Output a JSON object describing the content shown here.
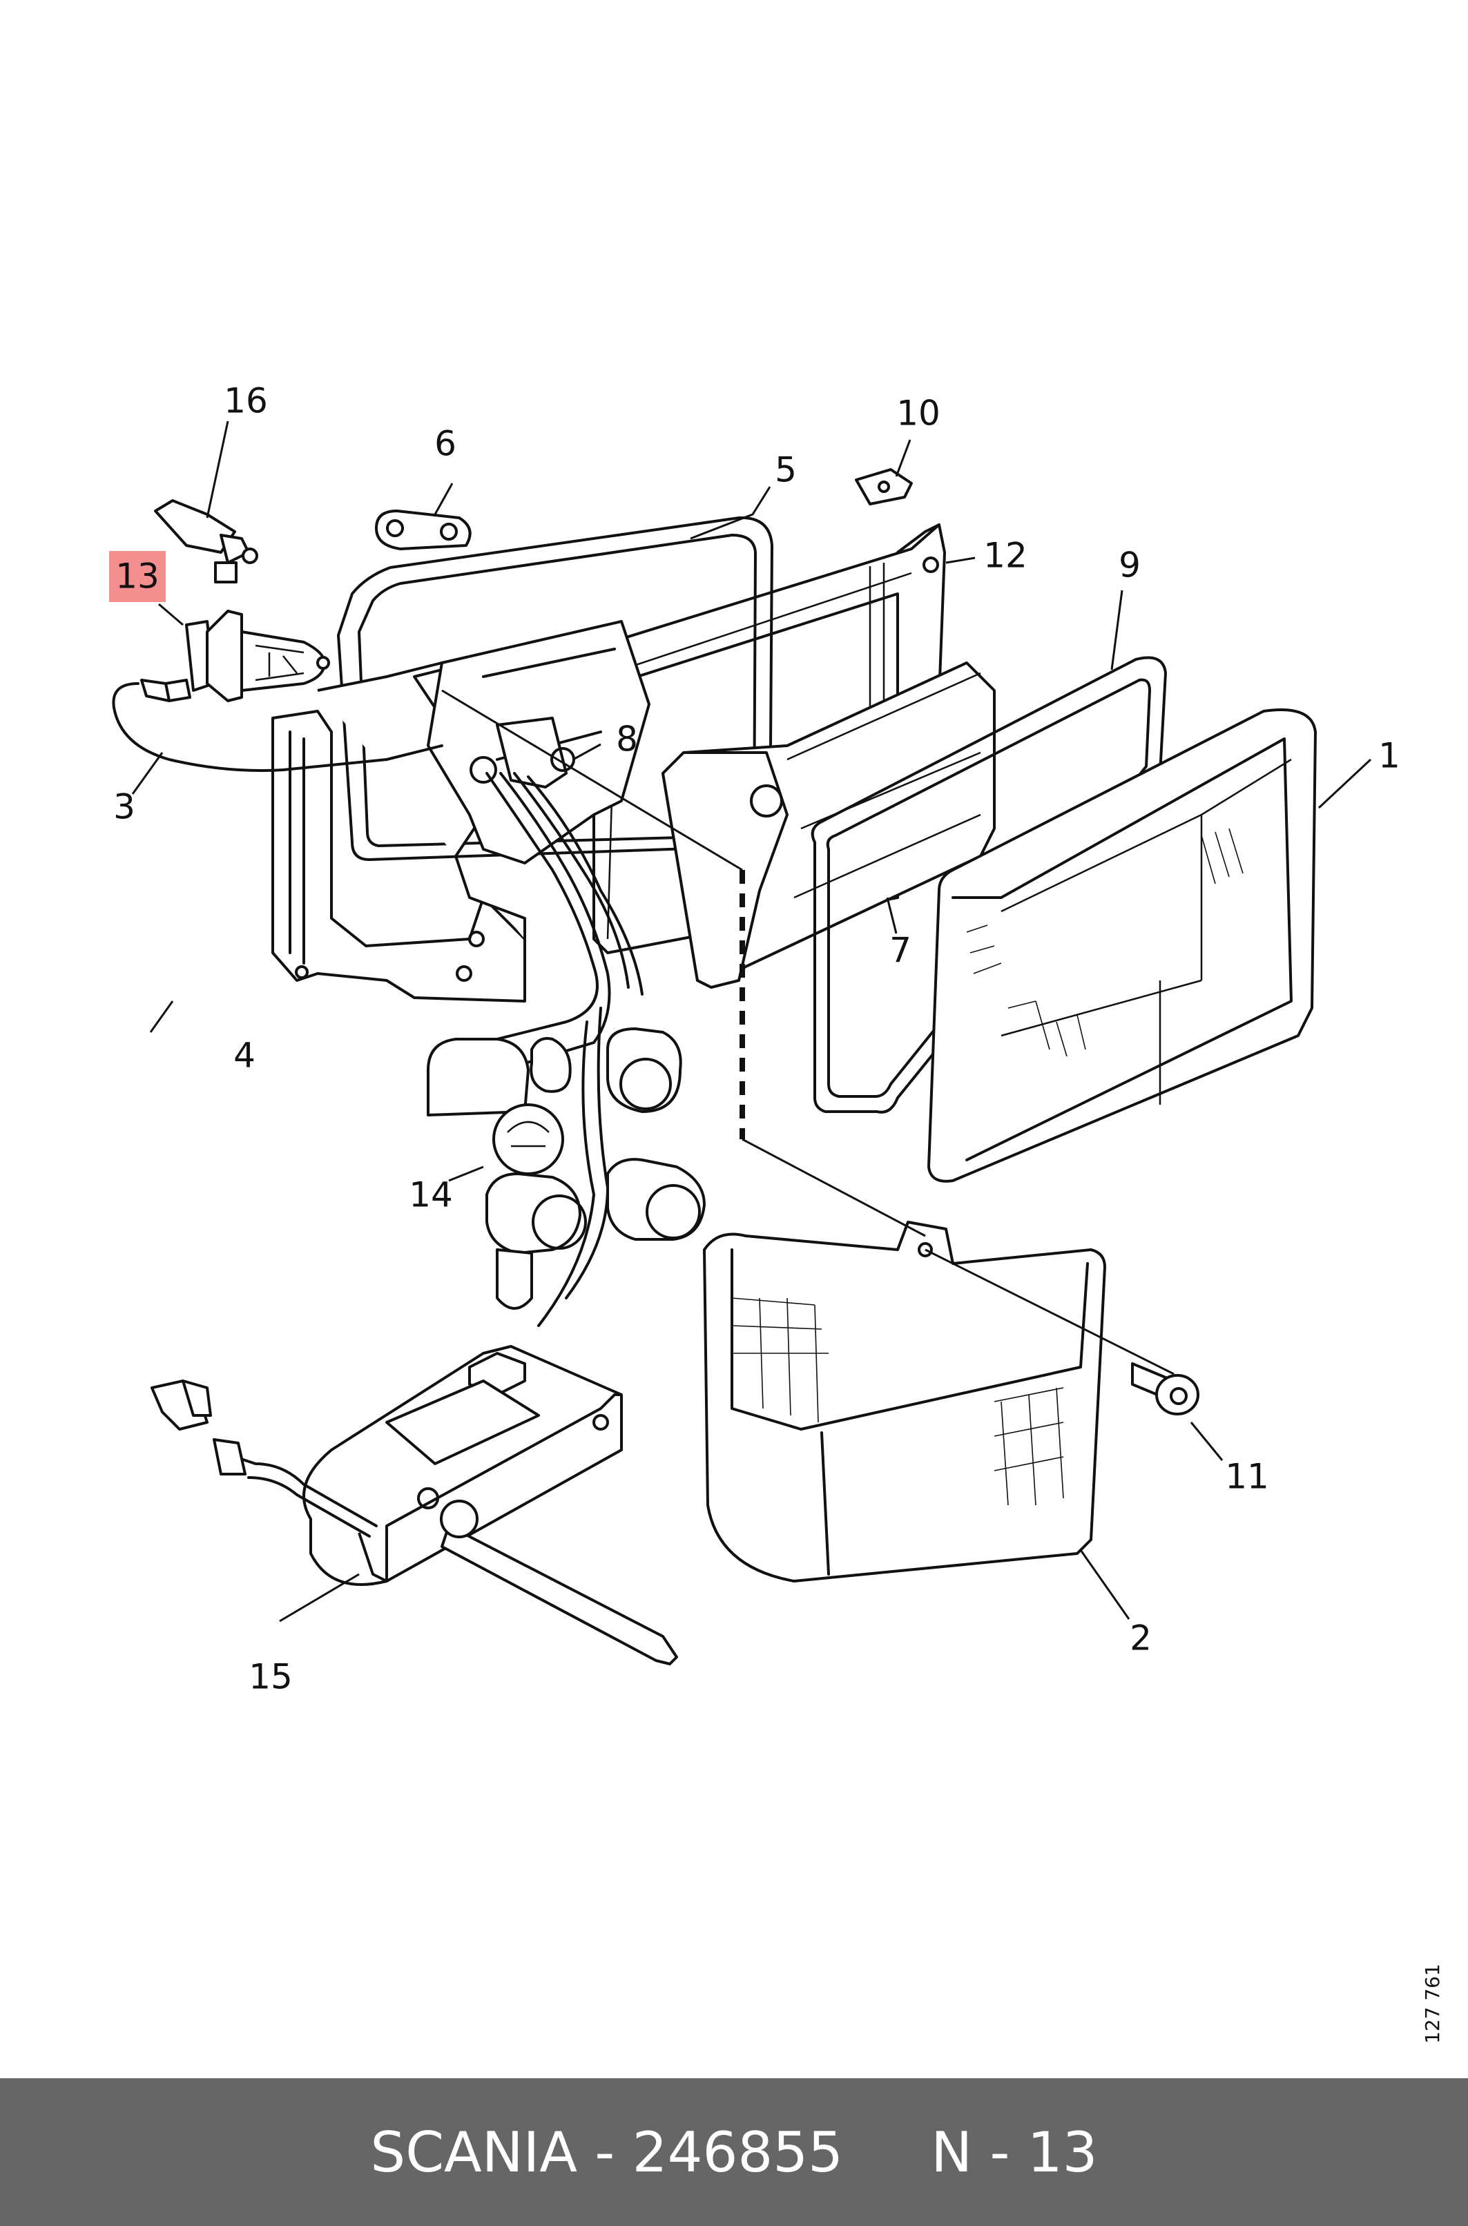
{
  "diagram": {
    "callouts": [
      {
        "id": "1",
        "label": "1"
      },
      {
        "id": "2",
        "label": "2"
      },
      {
        "id": "3",
        "label": "3"
      },
      {
        "id": "4",
        "label": "4"
      },
      {
        "id": "5",
        "label": "5"
      },
      {
        "id": "6",
        "label": "6"
      },
      {
        "id": "7",
        "label": "7"
      },
      {
        "id": "8",
        "label": "8"
      },
      {
        "id": "9",
        "label": "9"
      },
      {
        "id": "10",
        "label": "10"
      },
      {
        "id": "11",
        "label": "11"
      },
      {
        "id": "12",
        "label": "12"
      },
      {
        "id": "13",
        "label": "13",
        "highlighted": true
      },
      {
        "id": "14",
        "label": "14"
      },
      {
        "id": "15",
        "label": "15"
      },
      {
        "id": "16",
        "label": "16"
      }
    ],
    "catalog_number": "127 761",
    "highlight_color": "#f48f8f"
  },
  "footer": {
    "text": "SCANIA - 246855     N - 13",
    "background_color": "#666666",
    "text_color": "#ffffff"
  }
}
